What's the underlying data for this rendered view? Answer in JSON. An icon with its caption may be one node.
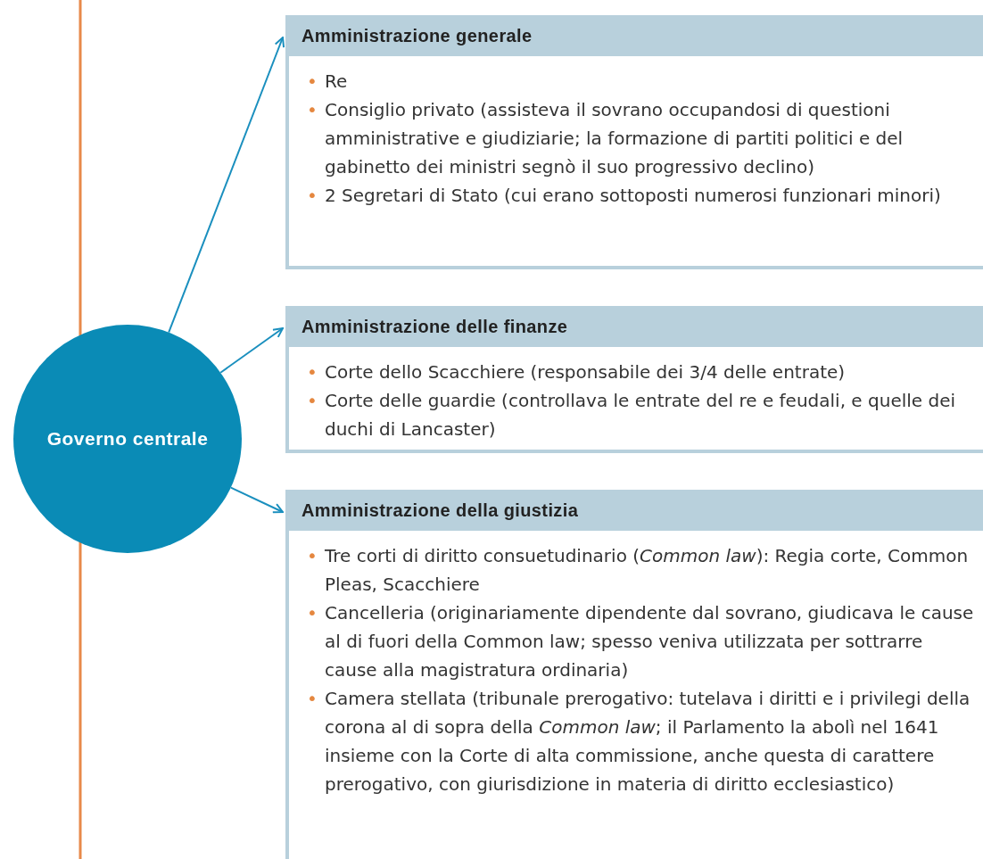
{
  "diagram": {
    "nodes": [
      {
        "text": [
          "Governo centrale"
        ]
      },
      {
        "text": [
          "Amministrazione generale",
          "• Re",
          "• Consiglio privato (assisteva il sovrano occupandosi di questioni amministrative e giudiziarie; la formazione di partiti politici e del gabinetto dei ministri segnò il suo progressivo declino)",
          "• 2 Segretari di Stato (cui erano sottoposti numerosi funzionari minori)"
        ]
      },
      {
        "text": [
          "Amministrazione delle finanze",
          "• Corte dello Scacchiere (responsabile dei 3/4 delle entrate)",
          "• Corte delle guardie (controllava le entrate del re e feudali, e quelle dei duchi di Lancaster)"
        ]
      },
      {
        "text": [
          "Amministrazione della giustizia",
          "• Tre corti di diritto consuetudinario (*Common law*): Regia corte, Common Pleas, Scacchiere",
          "• Cancelleria (originariamente dipendente dal sovrano, giudicava le cause al di fuori della Common law; spesso veniva utilizzata per sottrarre cause alla magistratura ordinaria)",
          "• Camera stellata (tribunale prerogativo: tutelava i diritti e i privilegi della corona al di sopra della *Common law*; il Parlamento la abolì nel 1641 insieme con la Corte di alta commissione, anche questa di carattere prerogativo, con giurisdizione in materia di diritto ecclesiastico)"
        ]
      }
    ],
    "edges": [
      {
        "from": 0,
        "to": 1,
        "arrow": "to"
      },
      {
        "from": 0,
        "to": 2,
        "arrow": "to"
      },
      {
        "from": 0,
        "to": 3,
        "arrow": "to"
      }
    ]
  }
}
